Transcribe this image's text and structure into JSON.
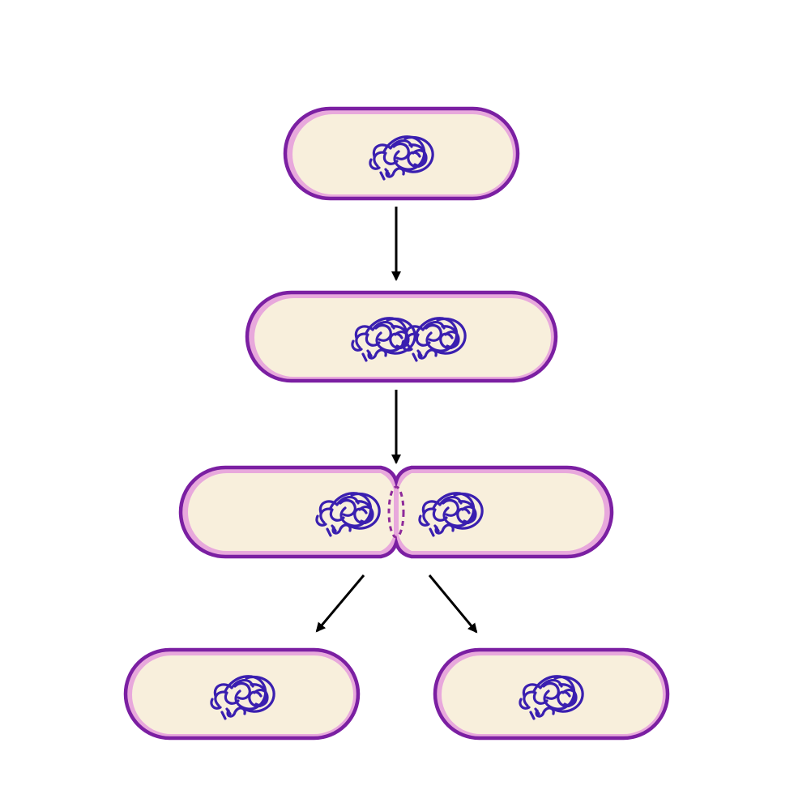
{
  "colors": {
    "background": "#ffffff",
    "cell_wall": "#7b1fa2",
    "membrane": "#e8a8dc",
    "cytoplasm": "#f8efdc",
    "dna": "#3a1fb0",
    "septum": "#8e2a9a",
    "arrow": "#000000"
  },
  "stages": [
    {
      "id": "parent-cell",
      "dna_clusters": 1
    },
    {
      "id": "replicated-dna-cell",
      "dna_clusters": 2
    },
    {
      "id": "dividing-cell",
      "dna_clusters": 2,
      "septum": true
    },
    {
      "id": "daughter-cell-left",
      "dna_clusters": 1
    },
    {
      "id": "daughter-cell-right",
      "dna_clusters": 1
    }
  ],
  "icons": {
    "dna": "dna-icon",
    "arrow": "arrow-icon"
  }
}
